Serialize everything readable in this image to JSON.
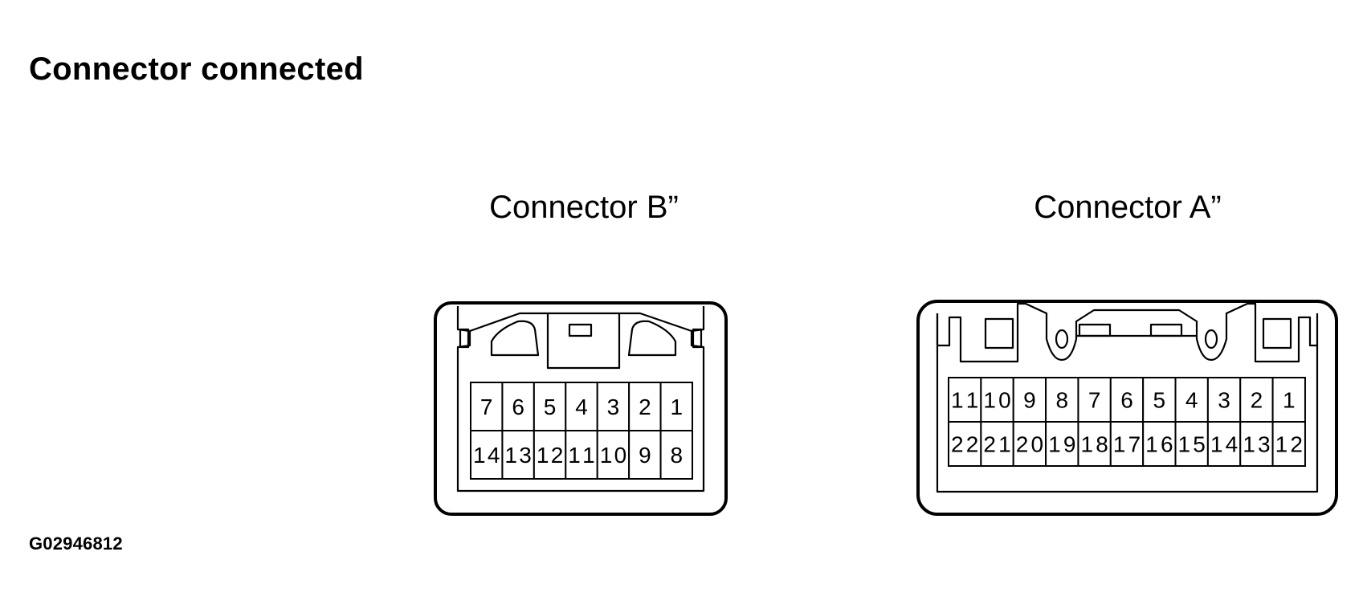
{
  "title": "Connector connected",
  "figure_id": "G02946812",
  "connectors": {
    "b": {
      "label": "Connector B”",
      "columns": 7,
      "rows": [
        [
          "7",
          "6",
          "5",
          "4",
          "3",
          "2",
          "1"
        ],
        [
          "14",
          "13",
          "12",
          "11",
          "10",
          "9",
          "8"
        ]
      ]
    },
    "a": {
      "label": "Connector A”",
      "columns": 11,
      "rows": [
        [
          "11",
          "10",
          "9",
          "8",
          "7",
          "6",
          "5",
          "4",
          "3",
          "2",
          "1"
        ],
        [
          "22",
          "21",
          "20",
          "19",
          "18",
          "17",
          "16",
          "15",
          "14",
          "13",
          "12"
        ]
      ]
    }
  }
}
